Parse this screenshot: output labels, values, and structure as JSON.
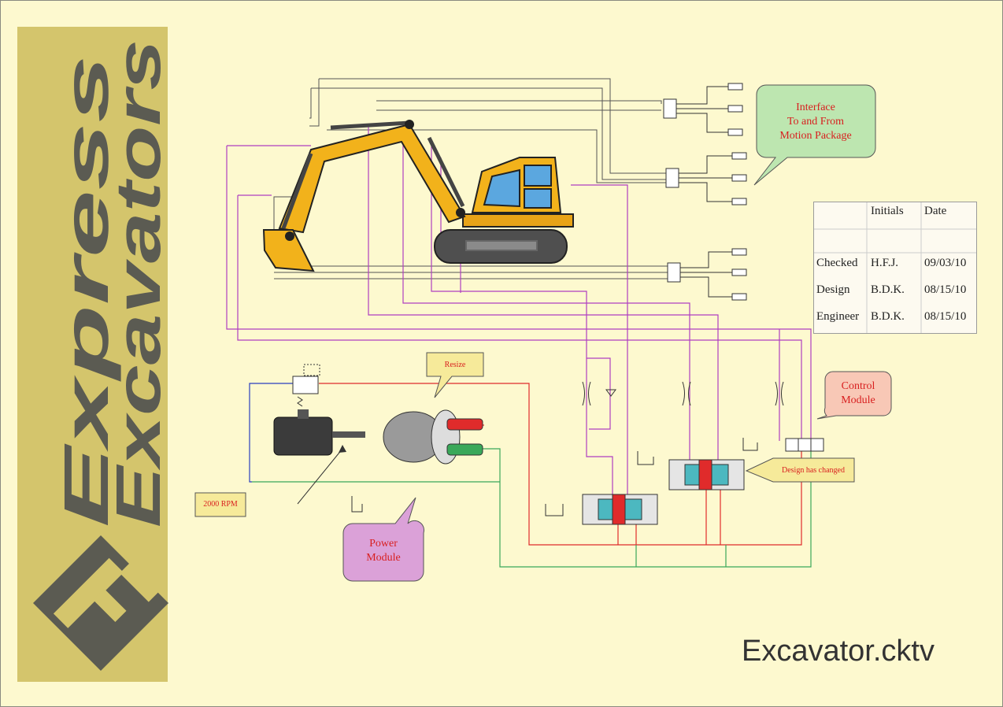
{
  "brand": {
    "line1": "Express",
    "line2": "Excavators",
    "logo_icon": "f-diamond-logo-icon",
    "colors": {
      "banner": "#d4c56c",
      "text": "#5b5b52"
    }
  },
  "callouts": {
    "interface": [
      "Interface",
      "To and From",
      "Motion Package"
    ],
    "control": [
      "Control",
      "Module"
    ],
    "power": [
      "Power",
      "Module"
    ]
  },
  "notes": {
    "resize": "Resize",
    "rpm": "2000 RPM",
    "design_changed": "Design has changed"
  },
  "title_block": {
    "headers": [
      "Initials",
      "Date"
    ],
    "rows": [
      {
        "label": "Checked",
        "initials": "H.F.J.",
        "date": "09/03/10"
      },
      {
        "label": "Design",
        "initials": "B.D.K.",
        "date": "08/15/10"
      },
      {
        "label": "Engineer",
        "initials": "B.D.K.",
        "date": "08/15/10"
      }
    ]
  },
  "filename": "Excavator.cktv",
  "colors": {
    "pressure_line": "#e02b2b",
    "return_line": "#3aa85a",
    "suction_line": "#2a3fbf",
    "pilot_line": "#b03fc0",
    "signal_line": "#555555",
    "excavator_body": "#f2b21b"
  }
}
